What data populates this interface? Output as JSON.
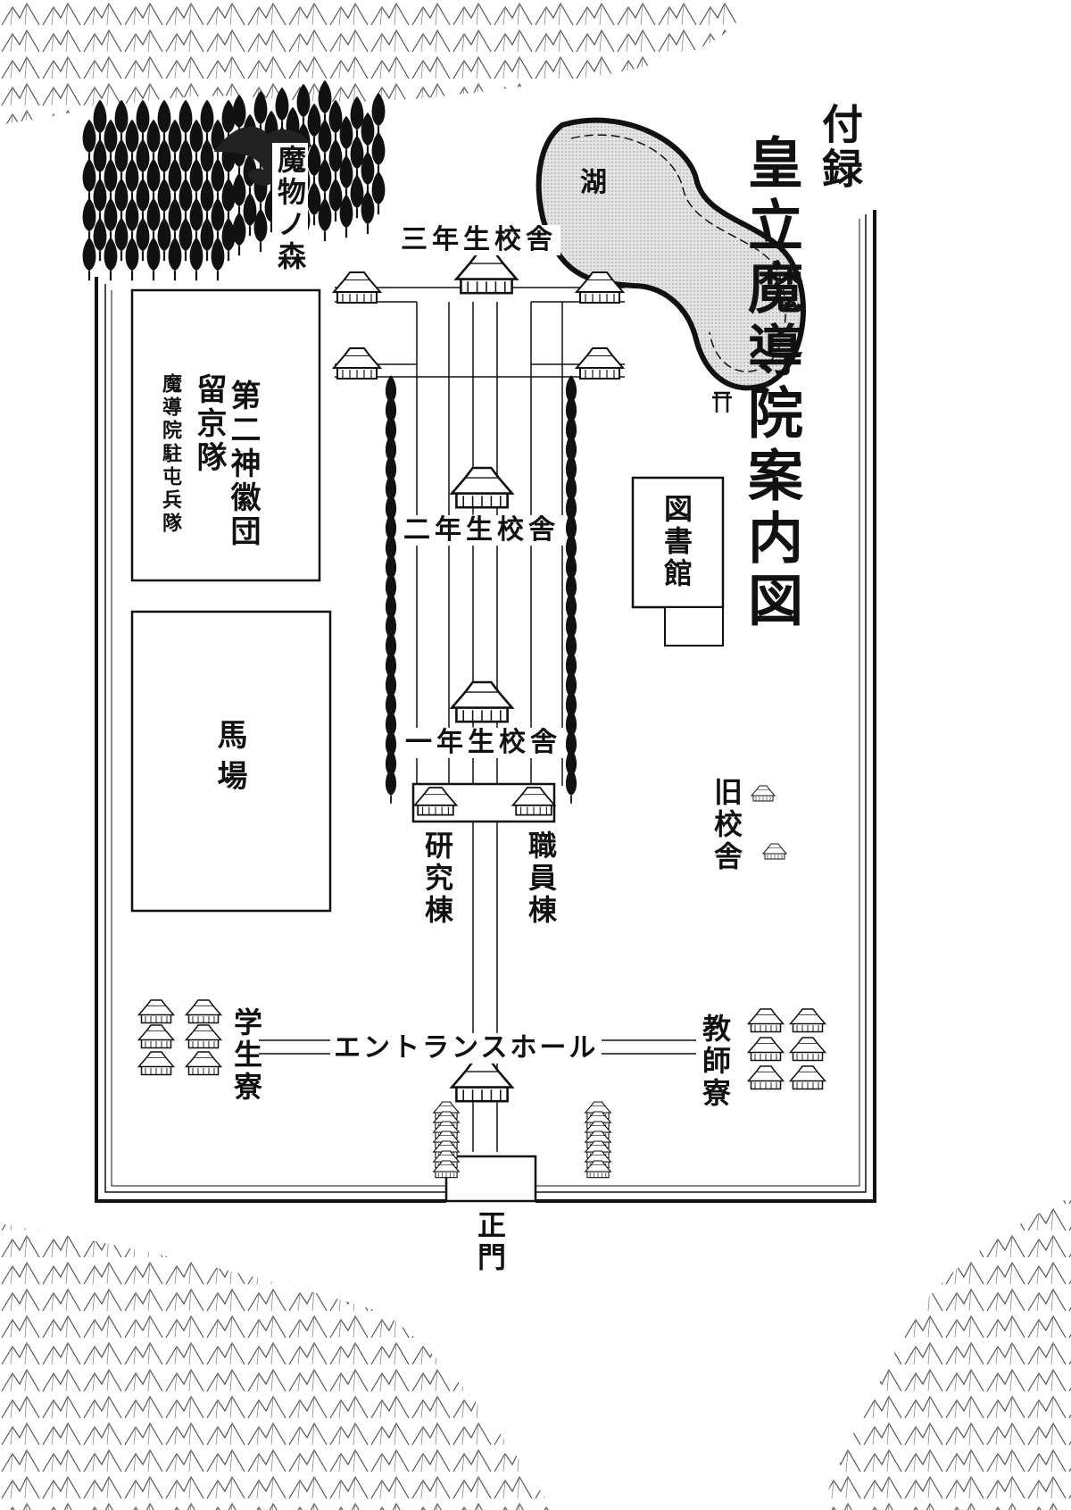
{
  "appendix": "付録",
  "title": "皇立魔導院案内図",
  "places": {
    "lake": "湖",
    "forest": "魔物ノ森",
    "third_year": "三年生校舎",
    "second_year": "二年生校舎",
    "first_year": "一年生校舎",
    "unit_name": "第二神徽団",
    "unit_sub": "留京隊",
    "garrison": "魔導院駐屯兵隊",
    "library": "図書館",
    "riding_ground": "馬場",
    "old_building": "旧校舎",
    "research": "研究棟",
    "staff": "職員棟",
    "student_dorm": "学生寮",
    "teacher_dorm": "教師寮",
    "entrance_hall": "エントランスホール",
    "main_gate": "正門"
  },
  "colors": {
    "ink": "#111111",
    "lake": "#d9d9d9",
    "paper": "#ffffff"
  }
}
